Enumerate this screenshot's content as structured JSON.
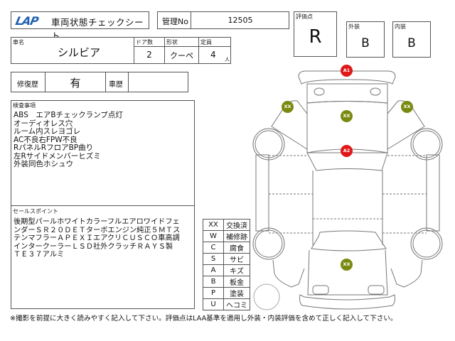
{
  "header": {
    "logo": "LAP",
    "sheet_title": "車両状態チェックシート",
    "management_no_label": "管理No",
    "management_no": "12505"
  },
  "vehicle": {
    "name_label": "車名",
    "name": "シルビア",
    "doors_label": "ドア数",
    "doors": "2",
    "shape_label": "形状",
    "shape": "クーペ",
    "capacity_label": "定員",
    "capacity": "4",
    "capacity_unit": "人"
  },
  "ratings": {
    "score_label": "評価点",
    "score": "R",
    "exterior_label": "外装",
    "exterior": "B",
    "interior_label": "内装",
    "interior": "B"
  },
  "history": {
    "repair_label": "修復歴",
    "repair_value": "有",
    "car_history_label": "車歴",
    "car_history_value": ""
  },
  "inspection": {
    "label": "検査事項",
    "lines": [
      "ABS　エアBチェックランプ点灯",
      "オーディオレス穴",
      "ルーム内スレヨゴレ",
      "AC不良右FPW不良",
      "RパネルRフロアBP曲り",
      "左Rサイドメンバーヒズミ",
      "外装同色ホシュウ"
    ]
  },
  "sales_points": {
    "label": "セールスポイント",
    "lines": [
      "後期型パールホワイトカラーフルエアロワイドフェ",
      "ンダーＳＲ２０ＤＥＴターボエンジン純正５ＭＴス",
      "テンマフラーＡＰＥＸＩエアクリＣＵＳＣＯ車高調",
      "インタークーラーＬＳＤ社外クラッチＲＡＹＳ製",
      "ＴＥ３７アルミ"
    ]
  },
  "legend": [
    {
      "code": "XX",
      "meaning": "交換済"
    },
    {
      "code": "W",
      "meaning": "補修跡"
    },
    {
      "code": "C",
      "meaning": "腐食"
    },
    {
      "code": "S",
      "meaning": "サビ"
    },
    {
      "code": "A",
      "meaning": "キズ"
    },
    {
      "code": "B",
      "meaning": "板金"
    },
    {
      "code": "P",
      "meaning": "塗装"
    },
    {
      "code": "U",
      "meaning": "ヘコミ"
    }
  ],
  "diagram_markers": [
    {
      "label": "A1",
      "color": "#e01818",
      "position": "rear-bumper"
    },
    {
      "label": "XX",
      "color": "#7a8a10",
      "position": "rear-left-quarter"
    },
    {
      "label": "XX",
      "color": "#7a8a10",
      "position": "trunk"
    },
    {
      "label": "XX",
      "color": "#7a8a10",
      "position": "rear-right-quarter"
    },
    {
      "label": "A2",
      "color": "#e01818",
      "position": "rear-window"
    },
    {
      "label": "XX",
      "color": "#7a8a10",
      "position": "hood"
    }
  ],
  "footer": {
    "note": "※撮影を前提に大きく読みやすく記入して下さい。評価点はLAA基準を適用し外装・内装評価を含めて正しく記入して下さい。"
  }
}
